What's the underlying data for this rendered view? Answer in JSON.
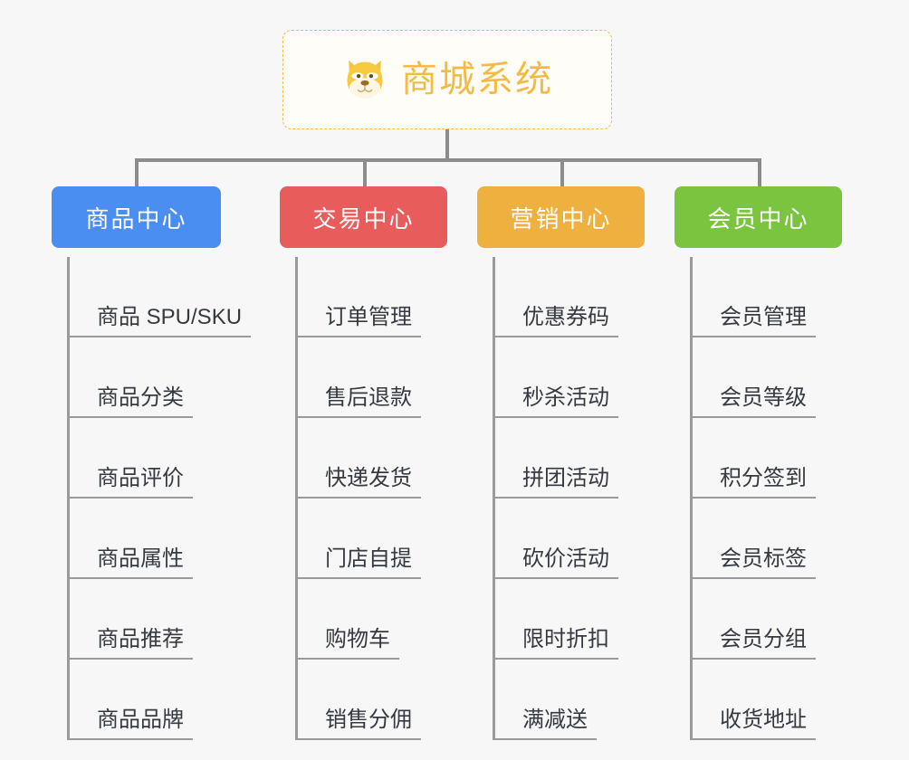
{
  "root": {
    "title": "商城系统",
    "icon": "shiba-dog-icon",
    "border_color": "#f0b94a",
    "text_color": "#f3bb45",
    "background": "#fffdf8"
  },
  "canvas": {
    "background": "#f7f7f7",
    "connector_color": "#8c8c8c"
  },
  "categories": [
    {
      "label": "商品中心",
      "color": "#4a8ef2",
      "items": [
        "商品 SPU/SKU",
        "商品分类",
        "商品评价",
        "商品属性",
        "商品推荐",
        "商品品牌"
      ]
    },
    {
      "label": "交易中心",
      "color": "#e85c5c",
      "items": [
        "订单管理",
        "售后退款",
        "快递发货",
        "门店自提",
        "购物车",
        "销售分佣"
      ]
    },
    {
      "label": "营销中心",
      "color": "#eeb03f",
      "items": [
        "优惠券码",
        "秒杀活动",
        "拼团活动",
        "砍价活动",
        "限时折扣",
        "满减送"
      ]
    },
    {
      "label": "会员中心",
      "color": "#7ac440",
      "items": [
        "会员管理",
        "会员等级",
        "积分签到",
        "会员标签",
        "会员分组",
        "收货地址"
      ]
    }
  ]
}
